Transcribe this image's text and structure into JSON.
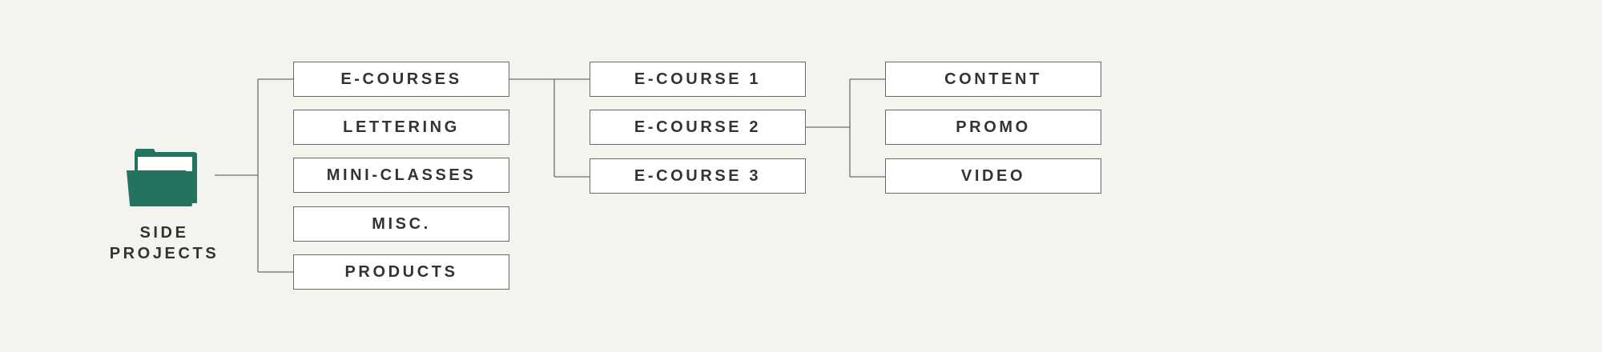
{
  "root": {
    "label_line1": "SIDE",
    "label_line2": "PROJECTS",
    "icon": "folder-icon",
    "icon_color": "#227360"
  },
  "level1": [
    {
      "label": "E-COURSES"
    },
    {
      "label": "LETTERING"
    },
    {
      "label": "MINI-CLASSES"
    },
    {
      "label": "MISC."
    },
    {
      "label": "PRODUCTS"
    }
  ],
  "level2": [
    {
      "label": "E-COURSE 1"
    },
    {
      "label": "E-COURSE 2"
    },
    {
      "label": "E-COURSE 3"
    }
  ],
  "level3": [
    {
      "label": "CONTENT"
    },
    {
      "label": "PROMO"
    },
    {
      "label": "VIDEO"
    }
  ],
  "colors": {
    "background": "#f4f3ee",
    "box_fill": "#ffffff",
    "box_border": "#6a6a6a",
    "text": "#333333",
    "connector": "#6e6e6e"
  }
}
